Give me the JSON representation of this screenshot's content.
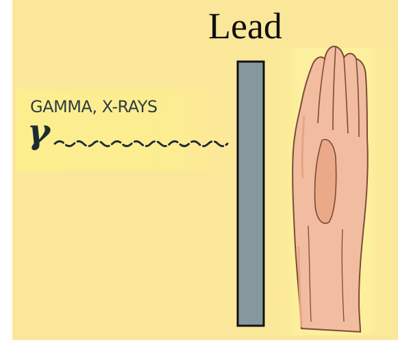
{
  "labels": {
    "shield_material": "Lead",
    "radiation_type": "GAMMA, X-RAYS",
    "radiation_symbol": "γ"
  },
  "icons": {
    "hand": "hand-icon",
    "wave": "wave-icon"
  },
  "colors": {
    "background": "#fbe79a",
    "highlight": "#fdf08c",
    "lead_plate": "#86979e",
    "lead_outline": "#101010",
    "skin": "#f2bca0",
    "skin_shadow": "#e6a585",
    "outline": "#7a4a36",
    "wave": "#1f2a30"
  }
}
